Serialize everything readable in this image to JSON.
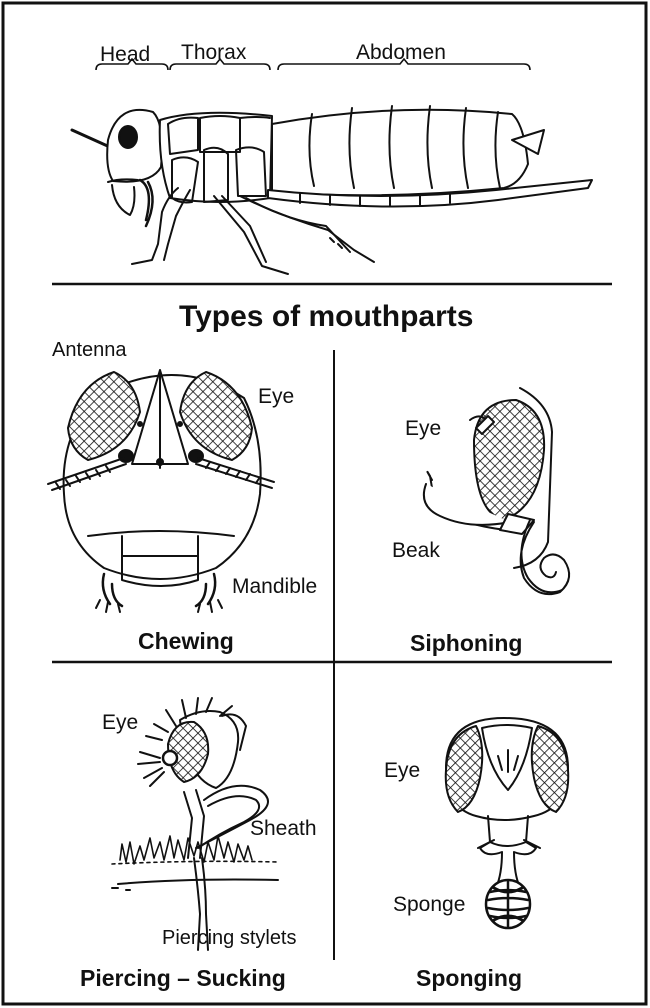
{
  "body_parts": {
    "head": "Head",
    "thorax": "Thorax",
    "abdomen": "Abdomen"
  },
  "section_title": "Types of mouthparts",
  "panels": {
    "chewing": {
      "caption": "Chewing",
      "antenna": "Antenna",
      "eye": "Eye",
      "mandible": "Mandible"
    },
    "siphoning": {
      "caption": "Siphoning",
      "eye": "Eye",
      "beak": "Beak"
    },
    "piercing": {
      "caption": "Piercing – Sucking",
      "eye": "Eye",
      "sheath": "Sheath",
      "stylets": "Piercing stylets"
    },
    "sponging": {
      "caption": "Sponging",
      "eye": "Eye",
      "sponge": "Sponge"
    }
  }
}
